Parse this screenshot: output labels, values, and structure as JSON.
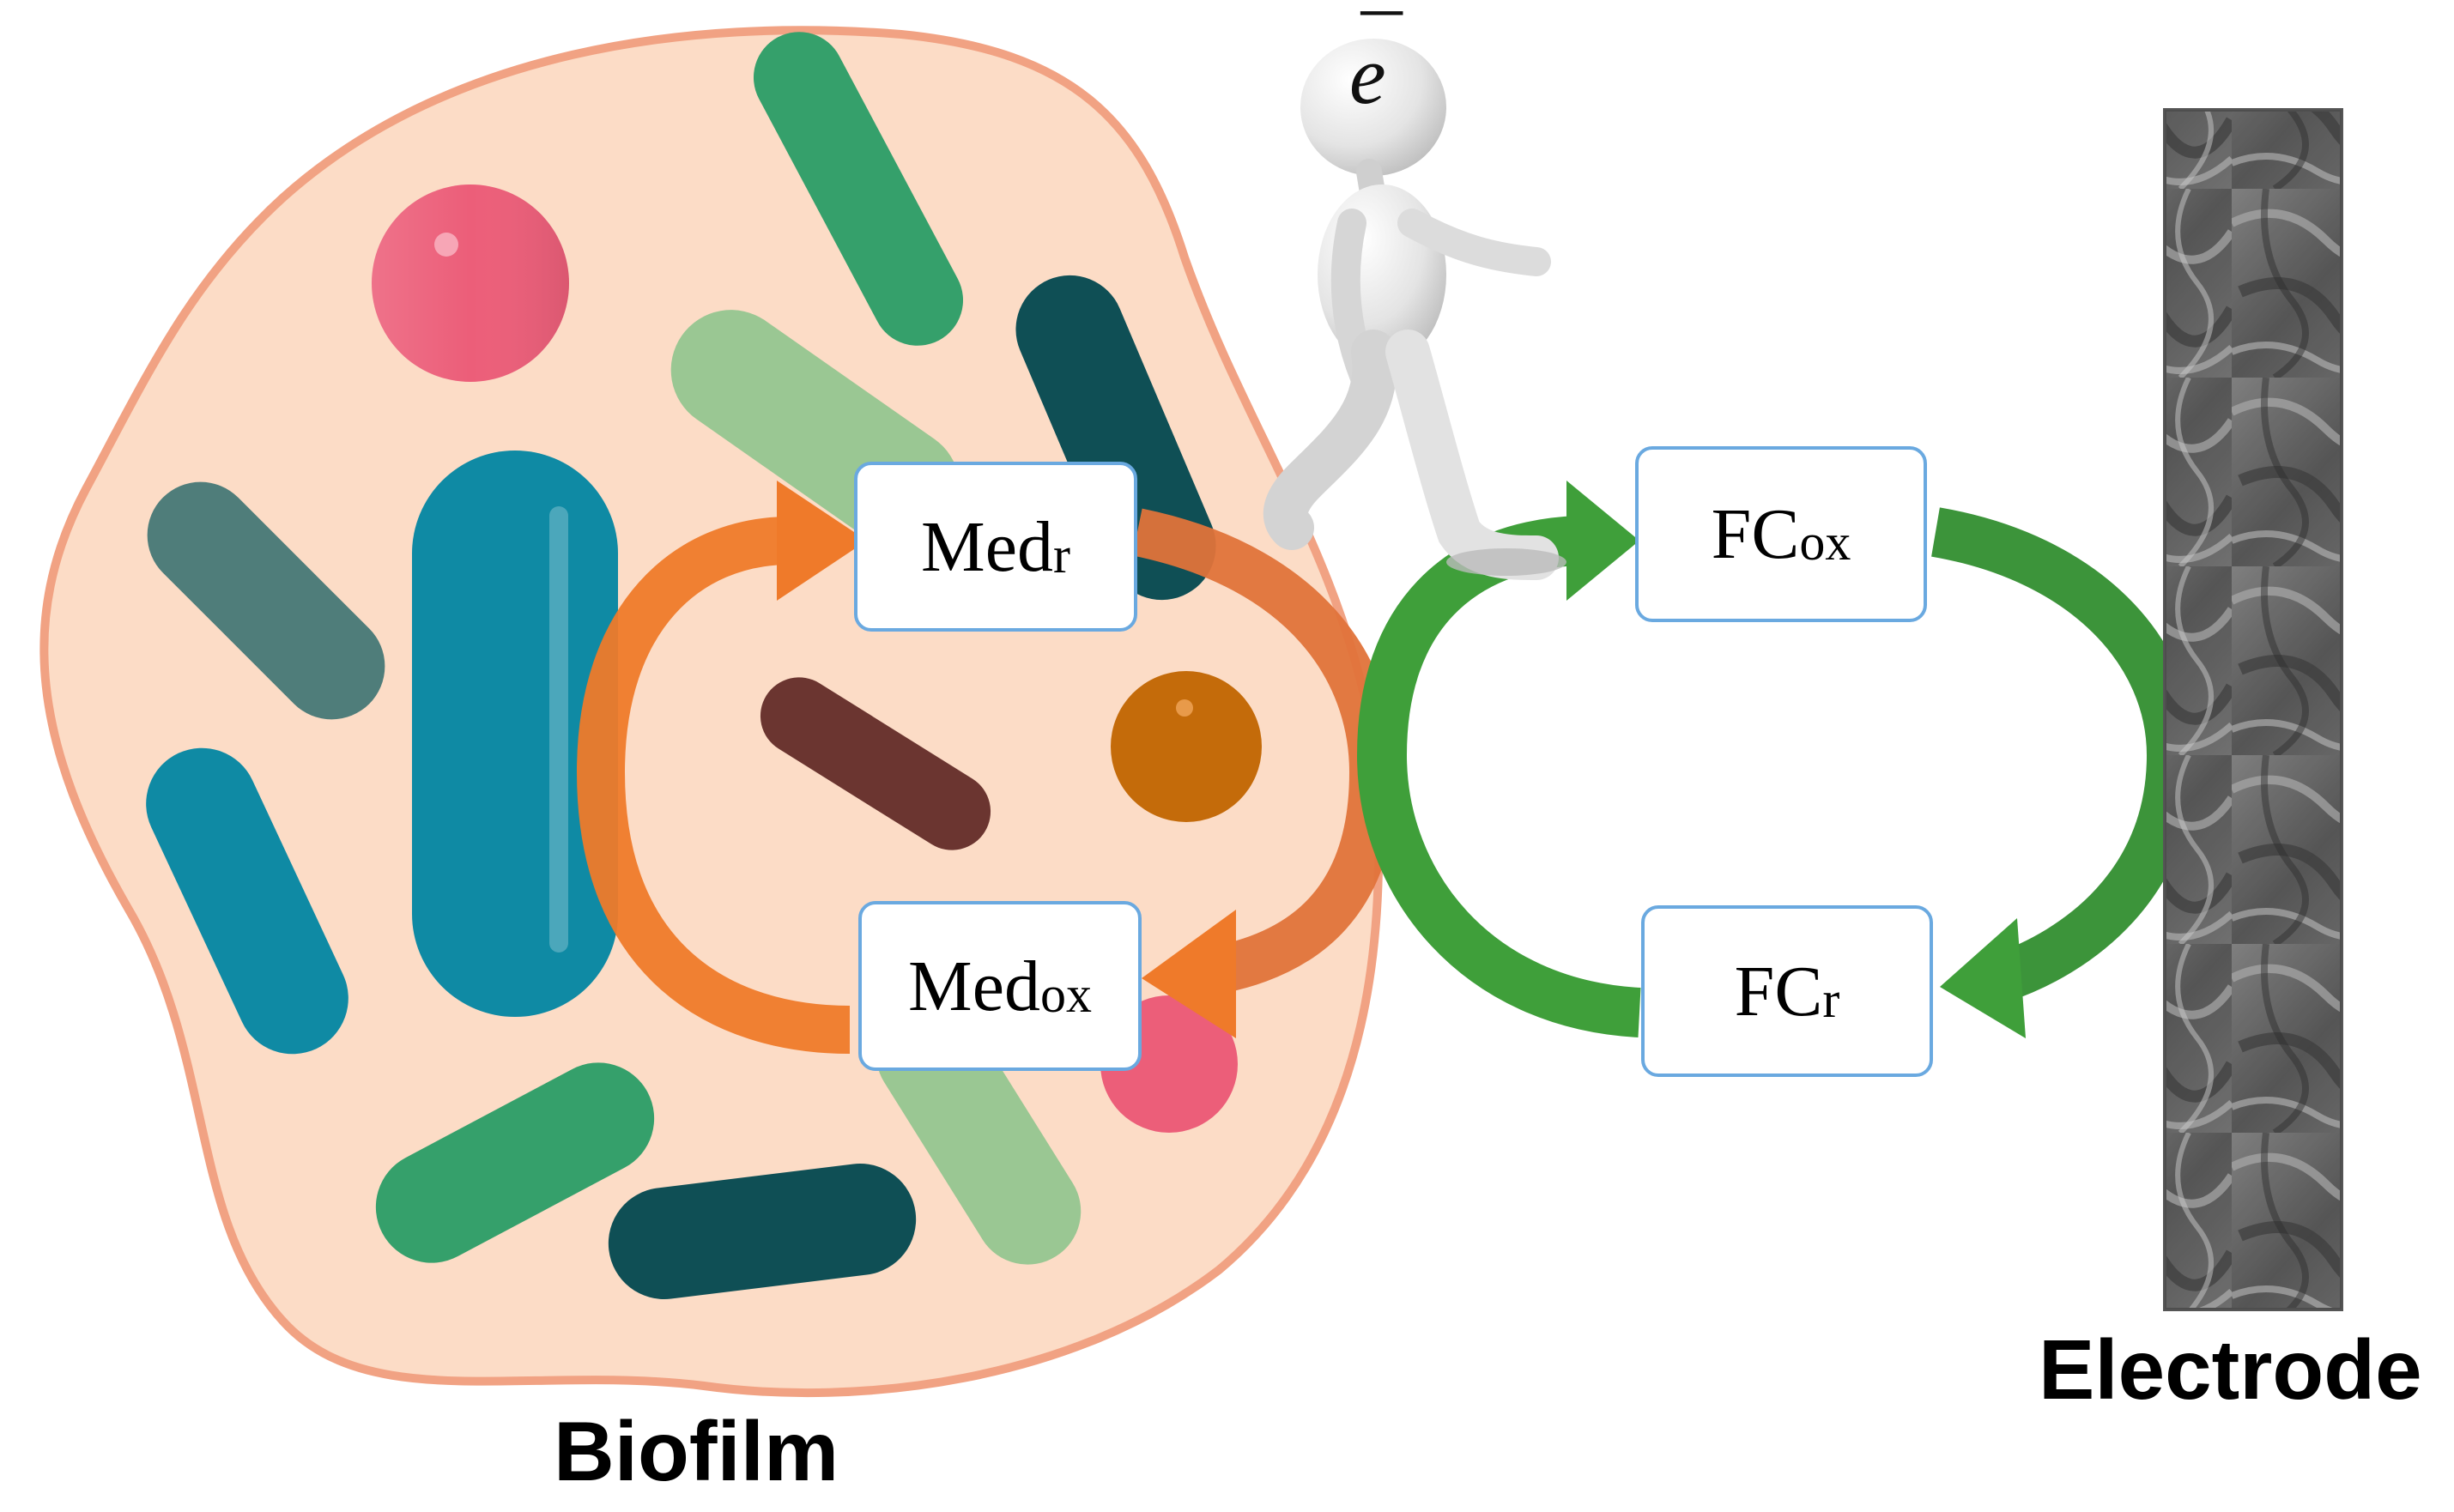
{
  "colors": {
    "biofilm_fill": "#fcdcc6",
    "biofilm_border": "#f1a283",
    "mediator_arrow": "#ef7a2a",
    "ferrocene_arrow": "#3f9f3a",
    "box_border": "#6aa9e0"
  },
  "mediator_cycle": {
    "reduced": {
      "main": "Med",
      "sub": "r"
    },
    "oxidized": {
      "main": "Med",
      "sub": "ox"
    }
  },
  "ferrocene_cycle": {
    "oxidized": {
      "main": "FC",
      "sub": "ox"
    },
    "reduced": {
      "main": "FC",
      "sub": "r"
    }
  },
  "electron": {
    "symbol": "e",
    "bar": "¯"
  },
  "labels": {
    "biofilm": "Biofilm",
    "electrode": "Electrode"
  },
  "icons": [
    "walking-figure-icon",
    "electrode-surface-texture"
  ]
}
